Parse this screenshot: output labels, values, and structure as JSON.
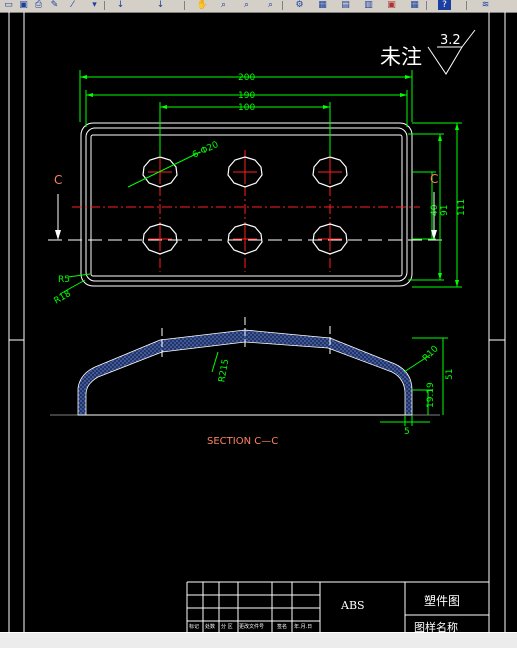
{
  "toolbar": {
    "icons": [
      "open-icon",
      "save-icon",
      "print-icon",
      "pen-icon",
      "brush-icon",
      "undo-icon",
      "redo-icon",
      "pan-icon",
      "zoom-realtime-icon",
      "zoom-window-icon",
      "zoom-previous-icon",
      "properties-icon",
      "design-center-icon",
      "tool-palette-icon",
      "markup-icon",
      "calculator-icon",
      "help-icon",
      "layers-icon"
    ]
  },
  "drawing": {
    "note_label": "未注",
    "roughness_value": "3.2",
    "dims": {
      "overall_width": "200",
      "width_190": "190",
      "hole_spacing": "100",
      "holes": "6-Φ20",
      "height_40": "40",
      "height_91": "91",
      "height_111": "111",
      "r5": "R5",
      "r18": "R18",
      "r215": "R215",
      "r10": "R10",
      "h51": "51",
      "h19": "19.19",
      "h5": "5"
    },
    "section_marker": "C",
    "section_label": "SECTION  C—C",
    "title_block": {
      "material": "ABS",
      "title": "塑件图",
      "drawing_name": "图样名称",
      "headers": [
        "标记",
        "处数",
        "分 区",
        "更改文件号",
        "签名",
        "年.月.日"
      ]
    }
  },
  "colors": {
    "background": "#000000",
    "outline": "#ffffff",
    "dimension": "#00ff00",
    "centerline": "#ff0000",
    "hole": "#ff2020",
    "hatch": "#4466cc",
    "section_text": "#ff8060",
    "marker": "#ff8060"
  }
}
